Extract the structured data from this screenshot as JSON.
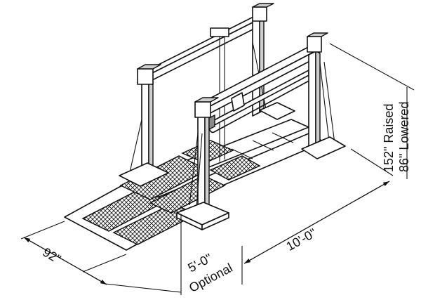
{
  "labels": {
    "width": "92\"",
    "optional_length": "5'-0\"",
    "optional_word": "Optional",
    "length": "10'-0\"",
    "raised": "152\" Raised",
    "lowered": "86\" Lowered"
  }
}
